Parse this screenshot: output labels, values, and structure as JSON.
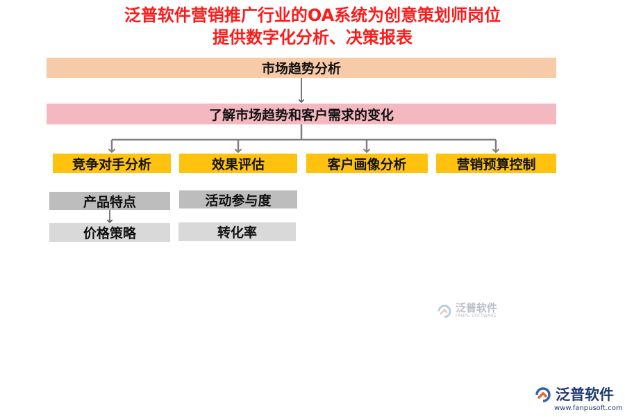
{
  "title": {
    "line1": "泛普软件营销推广行业的OA系统为创意策划师岗位",
    "line2": "提供数字化分析、决策报表"
  },
  "nodes": {
    "root": "市场趋势分析",
    "level2": "了解市场趋势和客户需求的变化",
    "branches": [
      "竞争对手分析",
      "效果评估",
      "客户画像分析",
      "营销预算控制"
    ],
    "competitor_children": [
      "产品特点",
      "价格策略"
    ],
    "effect_children": [
      "活动参与度",
      "转化率"
    ]
  },
  "watermark": {
    "center_text": "泛普软件",
    "center_sub": "FANPU SOFTWARE",
    "corner_text": "泛普软件",
    "corner_url": "www.fanpusoft.com"
  },
  "colors": {
    "title": "#ff1a1a",
    "root_bg": "#f8cba8",
    "level2_bg": "#f4b8c1",
    "branch_bg": "#ffc20e",
    "child_bg": "#bdbdbd",
    "child_bg_light": "#d9d9d9",
    "connector": "#7f7f7f"
  }
}
